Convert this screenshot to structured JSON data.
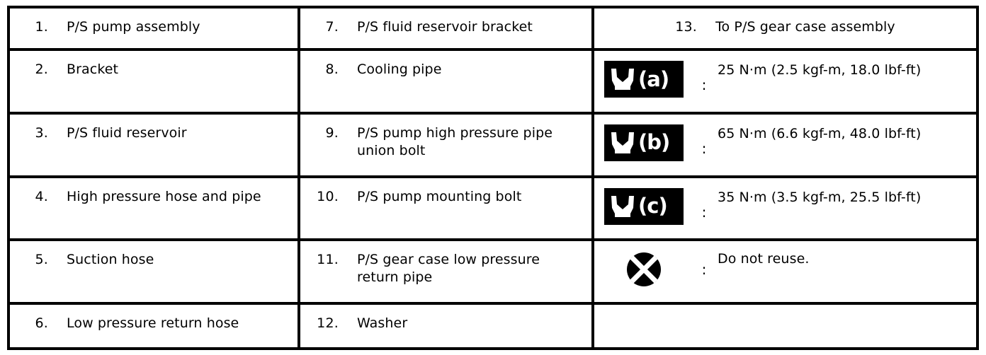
{
  "table": {
    "columns": {
      "left": {
        "items": [
          {
            "number": "1.",
            "label": "P/S pump assembly"
          },
          {
            "number": "2.",
            "label": "Bracket"
          },
          {
            "number": "3.",
            "label": "P/S fluid reservoir"
          },
          {
            "number": "4.",
            "label": "High pressure hose and pipe"
          },
          {
            "number": "5.",
            "label": "Suction hose"
          },
          {
            "number": "6.",
            "label": "Low pressure return hose"
          }
        ]
      },
      "middle": {
        "items": [
          {
            "number": "7.",
            "label": "P/S fluid reservoir bracket"
          },
          {
            "number": "8.",
            "label": "Cooling pipe"
          },
          {
            "number": "9.",
            "label": "P/S pump high pressure pipe union bolt"
          },
          {
            "number": "10.",
            "label": "P/S pump mounting bolt"
          },
          {
            "number": "11.",
            "label": "P/S gear case low pressure return pipe"
          },
          {
            "number": "12.",
            "label": "Washer"
          }
        ]
      },
      "right": {
        "item13": {
          "number": "13.",
          "label": "To P/S gear case assembly"
        },
        "specs": [
          {
            "icon": "wrench-torque-icon",
            "letter": "(a)",
            "separator": ":",
            "value": "25 N·m (2.5 kgf-m, 18.0 lbf-ft)"
          },
          {
            "icon": "wrench-torque-icon",
            "letter": "(b)",
            "separator": ":",
            "value": "65 N·m (6.6 kgf-m, 48.0 lbf-ft)"
          },
          {
            "icon": "wrench-torque-icon",
            "letter": "(c)",
            "separator": ":",
            "value": "35 N·m (3.5 kgf-m, 25.5 lbf-ft)"
          },
          {
            "icon": "do-not-reuse-icon",
            "letter": "",
            "separator": ":",
            "value": "Do not reuse."
          }
        ]
      }
    }
  },
  "colors": {
    "ink": "#000000",
    "paper": "#ffffff"
  }
}
